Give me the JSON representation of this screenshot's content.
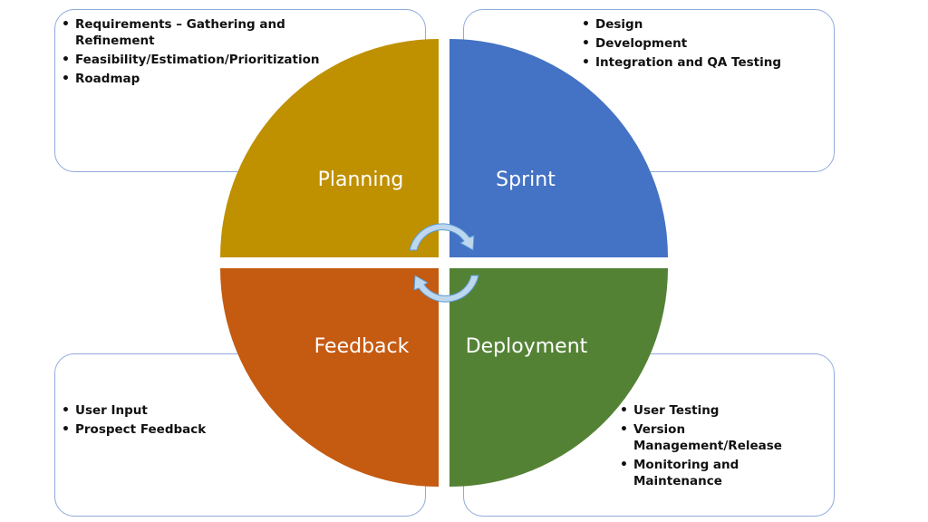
{
  "quadrants": {
    "planning": {
      "label": "Planning",
      "color": "#bf9000",
      "items": [
        "Requirements – Gathering and Refinement",
        "Feasibility/Estimation/Prioritization",
        "Roadmap"
      ]
    },
    "sprint": {
      "label": "Sprint",
      "color": "#4472c4",
      "items": [
        "Design",
        "Development",
        "Integration and QA Testing"
      ]
    },
    "feedback": {
      "label": "Feedback",
      "color": "#c55a11",
      "items": [
        "User Input",
        "Prospect Feedback"
      ]
    },
    "deployment": {
      "label": "Deployment",
      "color": "#548235",
      "items": [
        "User Testing",
        "Version Management/Release",
        "Monitoring and Maintenance"
      ]
    }
  },
  "cycle_arrow_color": "#bdd7ee",
  "box_border_color": "#8faadc"
}
